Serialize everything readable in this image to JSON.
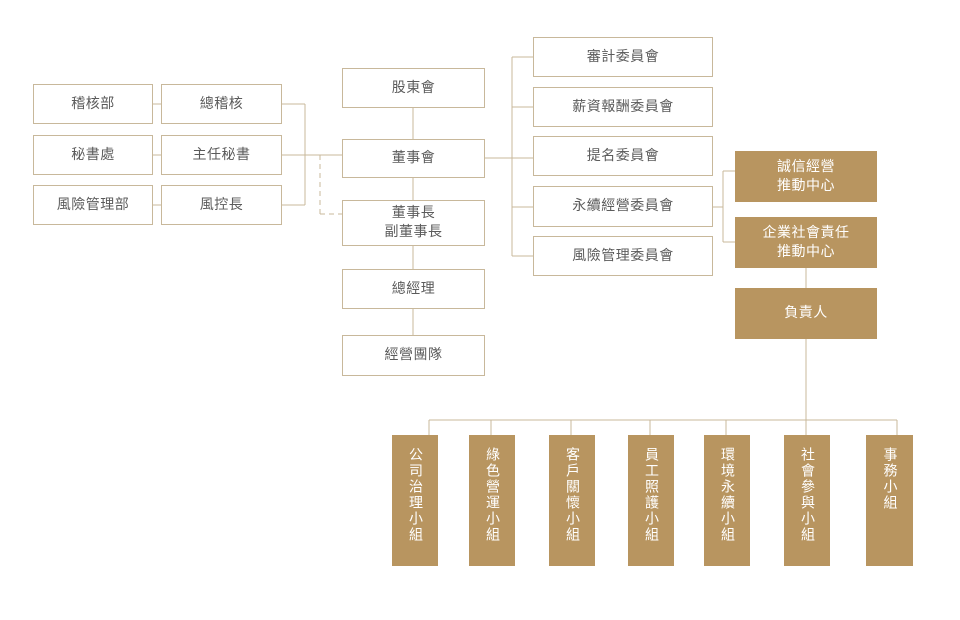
{
  "colors": {
    "outline_border": "#c8b89b",
    "outline_text": "#5b5b5b",
    "gold_fill": "#b89560",
    "gold_text": "#ffffff",
    "connector": "#c8b89b"
  },
  "left": {
    "audit_dept": "稽核部",
    "chief_auditor": "總稽核",
    "secretariat": "秘書處",
    "chief_secretary": "主任秘書",
    "risk_mgmt_dept": "風險管理部",
    "chief_risk_officer": "風控長"
  },
  "center": {
    "shareholders_meeting": "股東會",
    "board_of_directors": "董事會",
    "chairman": "董事長",
    "vice_chairman": "副董事長",
    "president": "總經理",
    "management_team": "經營團隊"
  },
  "committees": [
    "審計委員會",
    "薪資報酬委員會",
    "提名委員會",
    "永續經營委員會",
    "風險管理委員會"
  ],
  "right": {
    "integrity_center_line1": "誠信經營",
    "integrity_center_line2": "推動中心",
    "csr_center_line1": "企業社會責任",
    "csr_center_line2": "推動中心",
    "responsible_person": "負責人"
  },
  "groups": [
    "公司治理小組",
    "綠色營運小組",
    "客戶關懷小組",
    "員工照護小組",
    "環境永續小組",
    "社會參與小組",
    "事務小組"
  ]
}
